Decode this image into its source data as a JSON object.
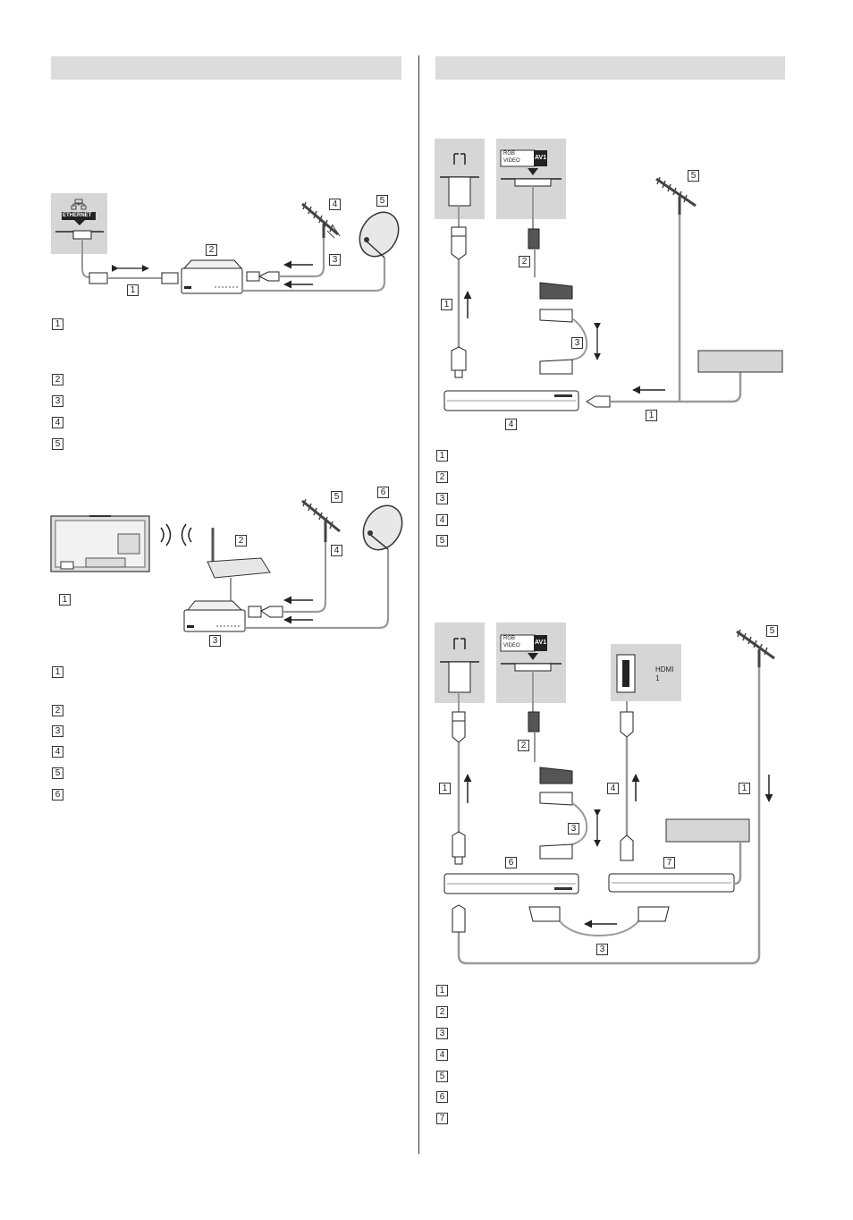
{
  "left_panel": {
    "ethernet_port_label": "ETHERNET",
    "diagram1_numbers": [
      "1",
      "2",
      "3",
      "4",
      "5"
    ],
    "legend1": [
      "1",
      "2",
      "3",
      "4",
      "5"
    ],
    "diagram2_numbers": [
      "1",
      "2",
      "3",
      "4",
      "5",
      "6"
    ],
    "legend2": [
      "1",
      "2",
      "3",
      "4",
      "5",
      "6"
    ]
  },
  "right_panel": {
    "tv_socket": {
      "rgb": "RGB",
      "video": "VIDEO",
      "av": "AV1",
      "hdmi": "HDMI",
      "hdmi_num": "1"
    },
    "diagram1_numbers": [
      "1",
      "2",
      "3",
      "4",
      "5"
    ],
    "legend1": [
      "1",
      "2",
      "3",
      "4",
      "5"
    ],
    "diagram2_numbers": [
      "1",
      "2",
      "3",
      "4",
      "5",
      "6",
      "7"
    ],
    "legend2": [
      "1",
      "2",
      "3",
      "4",
      "5",
      "6",
      "7"
    ]
  }
}
